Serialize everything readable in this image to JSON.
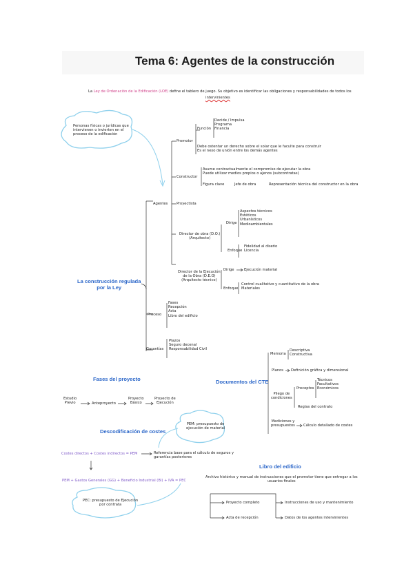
{
  "title": "Tema 6: Agentes de la construcción",
  "intro": {
    "p1": "La ",
    "link": "Ley de Ordenación de la Edificación (LOE)",
    "p2": " define el tablero de juego. Su objetivo es identificar las obligaciones y responsabilidades de todos los",
    "p3": "intervinientes"
  },
  "cloud1": [
    "Personas físicas o jurídicas que",
    "intervienen o invierten en el",
    "proceso de la edificación"
  ],
  "central": [
    "La construcción regulada",
    "por la Ley"
  ],
  "agentes": {
    "label": "Agentes",
    "promotor": "Promotor",
    "funcion": "Función",
    "funciones": [
      "Decide / Impulsa",
      "Programa",
      "Financia"
    ],
    "p_lines": [
      "Debe ostentar un derecho sobre el solar que le faculte para construir",
      "Es el nexo de unión entre los demás agentes"
    ],
    "constructor": "Constructor",
    "c_lines": [
      "Asume contractualmente el compromiso de ejecutar la obra",
      "Puede utilizar medios propios o ajenos (subcontratas)"
    ],
    "figura": "Figura clave",
    "jefe": "Jefe de obra",
    "representacion": "Representación técnica del constructor en la obra",
    "proyectista": "Proyectista",
    "do": [
      "Director de obra (D.O.)",
      "(Arquitecto)"
    ],
    "dirige": "Dirige",
    "dirige_items": [
      "Aspectos técnicos",
      "Estéticos",
      "Urbanísticos",
      "Medioambientales"
    ],
    "enfoque": "Enfoque",
    "enfoque_items": [
      "Fidelidad al diseño",
      "Licencia"
    ],
    "deo": [
      "Director de la Ejecución",
      "de la Obra (D.E.O)",
      "(Arquitecto técnico)"
    ],
    "dirige2": "Dirige",
    "dirige2_item": "Ejecución material",
    "enfoque2": "Enfoque",
    "enfoque2_items": [
      "Control cualitativo y cuantitativo de la obra",
      "Materiales"
    ]
  },
  "proceso": {
    "label": "Proceso",
    "items": [
      "Fases",
      "Recepción",
      "Acta",
      "Libro del edificio"
    ]
  },
  "garantias": {
    "label": "Garantías",
    "items": [
      "Plazos",
      "Seguro decenal",
      "Responsabilidad Civil"
    ]
  },
  "fases": {
    "title": "Fases del proyecto",
    "steps": [
      [
        "Estudio",
        "Previo"
      ],
      [
        "Anteproyecto"
      ],
      [
        "Proyecto",
        "Básico"
      ],
      [
        "Proyecto de",
        "Ejecución"
      ]
    ]
  },
  "cte": {
    "title": "Documentos del CTE",
    "memoria": "Memoria",
    "memoria_items": [
      "Descriptiva",
      "Constructiva"
    ],
    "planos": "Planos",
    "planos_item": "Definición gráfica y dimensional",
    "pliego": [
      "Pliego de",
      "condiciones"
    ],
    "preceptos": "Preceptos",
    "preceptos_items": [
      "Técnicos",
      "Facultativos",
      "Económicos"
    ],
    "reglas": "Reglas del contrato",
    "mediciones": [
      "Mediciones y",
      "presupuestos"
    ],
    "mediciones_item": "Cálculo detallado de costes"
  },
  "costes": {
    "title": "Descodificación de costes",
    "cloud_pem": [
      "PEM: presupuesto de",
      "ejecución de material"
    ],
    "formula1": "Costes directos + Costes indirectos = PEM",
    "ref": [
      "Referencia base para el cálculo de seguros y",
      "garantías posteriores"
    ],
    "formula2": "PEM + Gastos Generales (GG) + Beneficio Industrial (BI) + IVA = PEC",
    "cloud_pec": [
      "PEC: presupuesto de Ejecución",
      "por contrata"
    ]
  },
  "libro": {
    "title": "Libro del edificio",
    "desc": [
      "Archivo histórico y manual de instrucciones que el promotor tiene que entregar a los",
      "usuarios finales"
    ],
    "items": [
      "Proyecto completo",
      "Instrucciones de uso y mantenimiento",
      "Acta de recepción",
      "Datos de los agentes intervinientes"
    ]
  },
  "colors": {
    "blue": "#2c67c9",
    "pink": "#d0428a",
    "purple": "#7e58c8",
    "green": "#7cc48a",
    "cloud": "#8ed0ec"
  }
}
